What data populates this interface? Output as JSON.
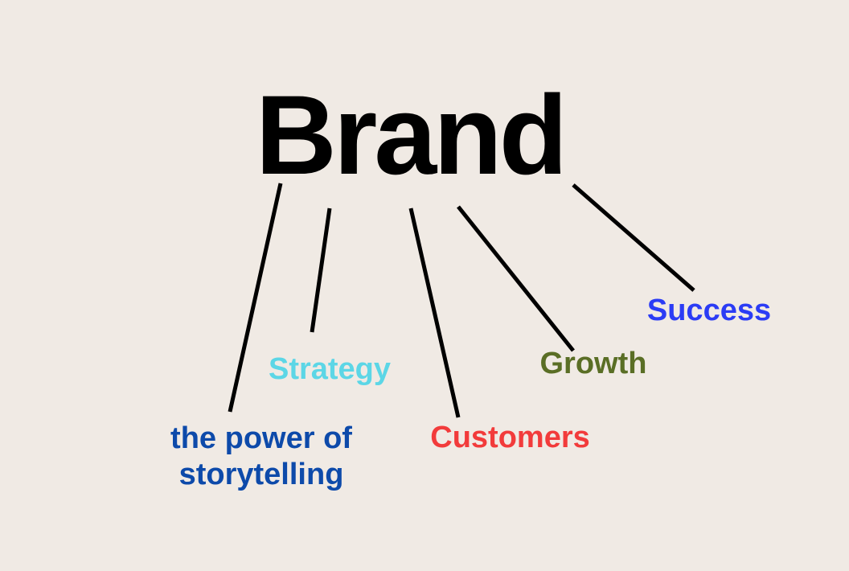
{
  "diagram": {
    "title": "Brand",
    "title_color": "#000000",
    "background_color": "#F0EAE4",
    "connector_color": "#000000",
    "branches": [
      {
        "id": "storytelling",
        "lines": [
          "the power of",
          "storytelling"
        ],
        "color": "#0D4AAA"
      },
      {
        "id": "strategy",
        "label": "Strategy",
        "color": "#5CD6E6"
      },
      {
        "id": "customers",
        "label": "Customers",
        "color": "#F23B3B"
      },
      {
        "id": "growth",
        "label": "Growth",
        "color": "#5A6E25"
      },
      {
        "id": "success",
        "label": "Success",
        "color": "#2B3CF5"
      }
    ]
  }
}
